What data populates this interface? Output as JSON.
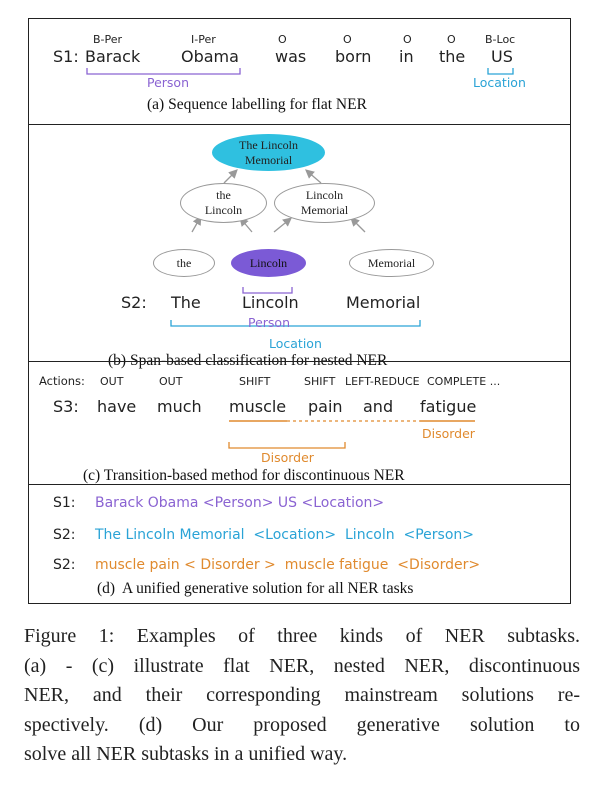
{
  "panel_a": {
    "sentence_label": "S1:",
    "tokens": [
      {
        "tag": "B-Per",
        "word": "Barack"
      },
      {
        "tag": "I-Per",
        "word": "Obama"
      },
      {
        "tag": "O",
        "word": "was"
      },
      {
        "tag": "O",
        "word": "born"
      },
      {
        "tag": "O",
        "word": "in"
      },
      {
        "tag": "O",
        "word": "the"
      },
      {
        "tag": "B-Loc",
        "word": "US"
      }
    ],
    "span_person": "Person",
    "span_location": "Location",
    "caption": "(a) Sequence labelling for flat NER"
  },
  "panel_b": {
    "nodes": {
      "root": "The Lincoln Memorial",
      "the_lincoln": "the Lincoln",
      "lincoln_memorial": "Lincoln Memorial",
      "the": "the",
      "lincoln": "Lincoln",
      "memorial": "Memorial"
    },
    "sentence_label": "S2:",
    "words": [
      "The",
      "Lincoln",
      "Memorial"
    ],
    "span_person": "Person",
    "span_location": "Location",
    "caption": "(b) Span-based classification for nested NER"
  },
  "panel_c": {
    "actions_label": "Actions:",
    "actions": [
      "OUT",
      "OUT",
      "SHIFT",
      "SHIFT",
      "LEFT-REDUCE",
      "COMPLETE ..."
    ],
    "sentence_label": "S3:",
    "words": [
      "have",
      "much",
      "muscle",
      "pain",
      "and",
      "fatigue"
    ],
    "span_disorder_1": "Disorder",
    "span_disorder_2": "Disorder",
    "caption": "(c) Transition-based method for discontinuous NER"
  },
  "panel_d": {
    "lines": [
      {
        "label": "S1:",
        "text": "Barack Obama <Person> US <Location>"
      },
      {
        "label": "S2:",
        "text": "The Lincoln Memorial  <Location>  Lincoln  <Person>"
      },
      {
        "label": "S2:",
        "text": "muscle pain < Disorder >  muscle fatigue  <Disorder>"
      }
    ],
    "caption": "(d)  A unified generative solution for all NER tasks"
  },
  "figure_caption": {
    "lines": [
      "Figure 1:  Examples of three kinds of NER subtasks.",
      "(a) - (c) illustrate flat NER, nested NER, discontinuous",
      "NER, and their corresponding mainstream solutions re-",
      "spectively.  (d) Our proposed generative solution to",
      "solve all NER subtasks in a unified way."
    ]
  },
  "colors": {
    "person": "#8a63d2",
    "location": "#2aa3d6",
    "disorder": "#e08a2e",
    "root_fill": "#2fc0e0",
    "lincoln_fill": "#7b5ad6",
    "text": "#222222"
  }
}
